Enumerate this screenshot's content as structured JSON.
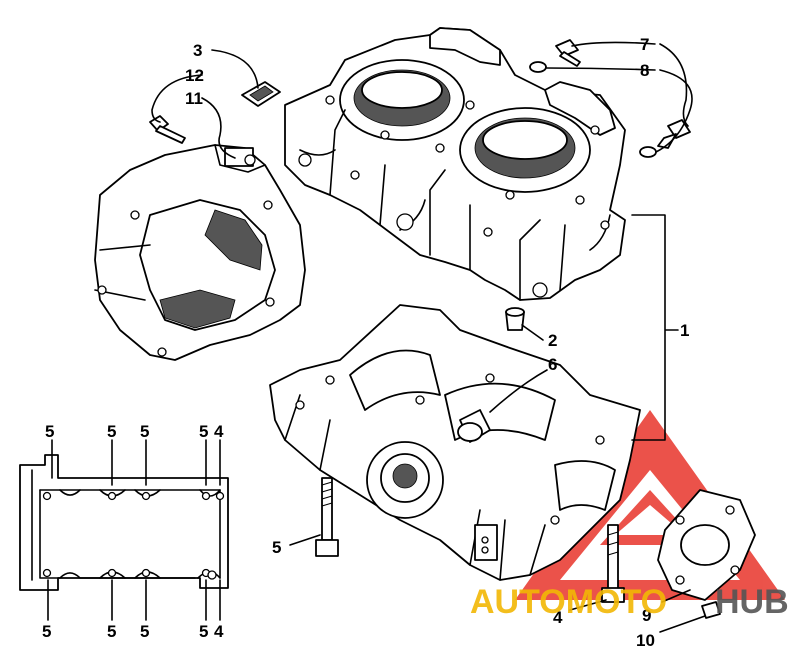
{
  "callouts": {
    "c1": "1",
    "c2": "2",
    "c3": "3",
    "c4a": "4",
    "c4b": "4",
    "c4c": "4",
    "c5a": "5",
    "c5b": "5",
    "c5c": "5",
    "c5d": "5",
    "c5e": "5",
    "c5f": "5",
    "c5g": "5",
    "c5h": "5",
    "c5i": "5",
    "c6": "6",
    "c7": "7",
    "c8": "8",
    "c9": "9",
    "c10": "10",
    "c11": "11",
    "c12": "12"
  },
  "watermark": {
    "word_a": "AUTOMOTO",
    "word_b": "HUB",
    "color_a": "#f2b705",
    "color_b": "#555555",
    "triangle_color": "#e8352b"
  }
}
